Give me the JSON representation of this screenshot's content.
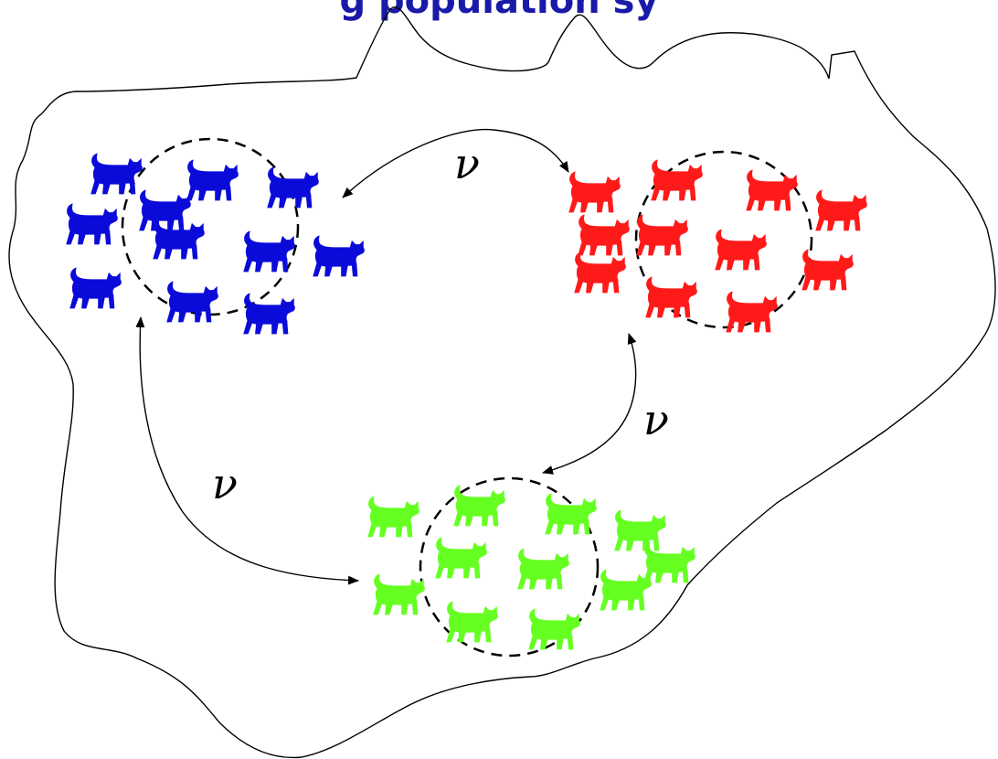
{
  "title": "g population sy",
  "rate_label": "ν",
  "colors": {
    "title": "#1a1aa8",
    "blue_group": "#0b0bd9",
    "red_group": "#ff1a1a",
    "green_group": "#66ff22",
    "outline": "#000000"
  },
  "groups": [
    {
      "name": "blue-group",
      "color": "#0b0bd9",
      "cat_count": 11
    },
    {
      "name": "red-group",
      "color": "#ff1a1a",
      "cat_count": 11
    },
    {
      "name": "green-group",
      "color": "#66ff22",
      "cat_count": 11
    }
  ],
  "icons": {
    "individual": "cat-icon",
    "arrow": "double-headed-arrow"
  }
}
